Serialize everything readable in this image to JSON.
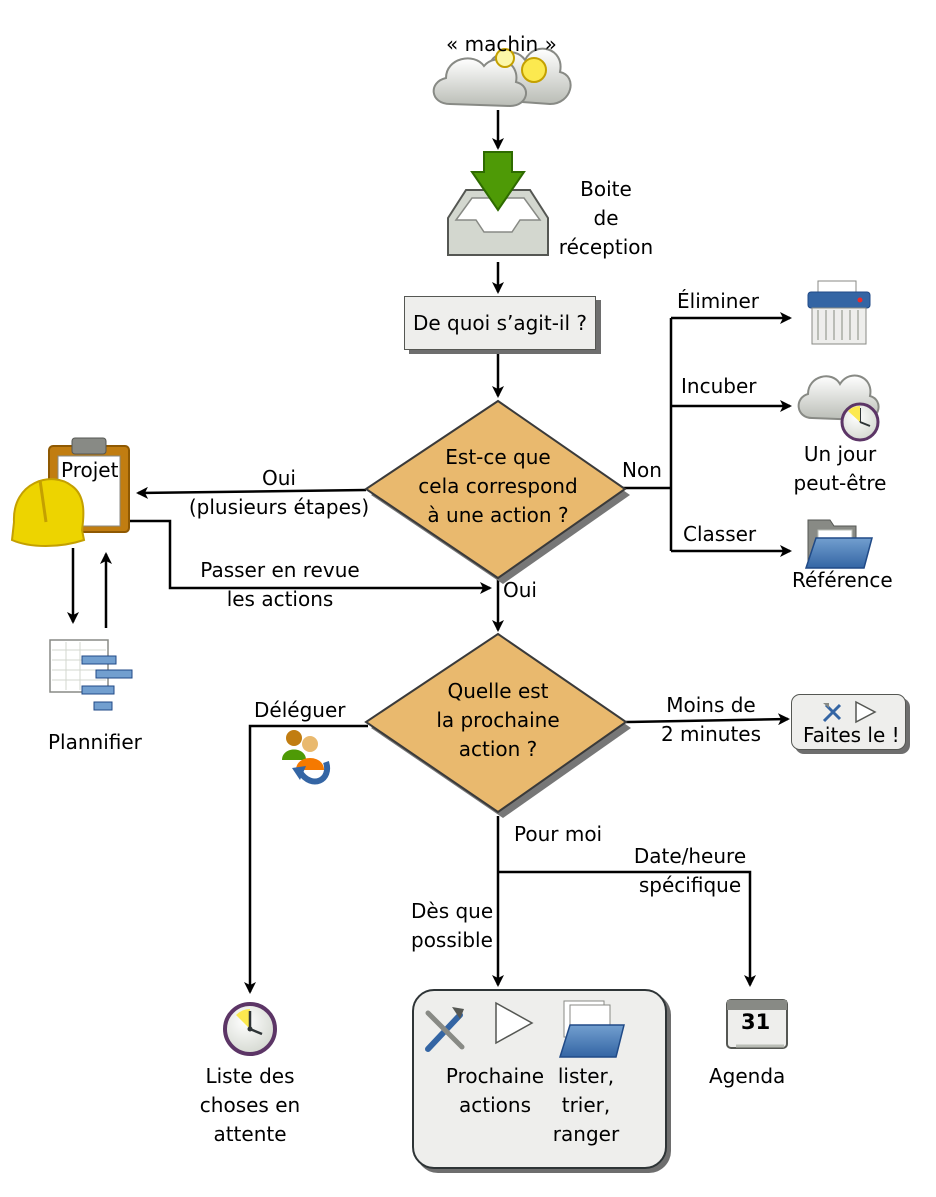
{
  "nodes": {
    "machin": "« machin »",
    "inbox": [
      "Boite",
      "de",
      "réception"
    ],
    "question": "De quoi s’agit-il ?",
    "decision1": [
      "Est-ce que",
      "cela correspond",
      "à une action ?"
    ],
    "decision2": [
      "Quelle est",
      "la prochaine",
      "action ?"
    ],
    "projet": "Projet",
    "plannifier": "Plannifier",
    "someday": [
      "Un jour",
      "peut-être"
    ],
    "reference": "Référence",
    "do_it": "Faites le !",
    "next_actions": [
      "Prochaine",
      "actions"
    ],
    "sort": [
      "lister,",
      "trier,",
      "ranger"
    ],
    "waiting": [
      "Liste des",
      "choses en",
      "attente"
    ],
    "agenda": "Agenda",
    "calendar_day": "31"
  },
  "edges": {
    "oui_multi": [
      "Oui",
      "(plusieurs étapes)"
    ],
    "review": [
      "Passer en revue",
      "les actions"
    ],
    "non": "Non",
    "eliminer": "Éliminer",
    "incuber": "Incuber",
    "classer": "Classer",
    "oui": "Oui",
    "deleguer": "Déléguer",
    "less2": [
      "Moins de",
      "2 minutes"
    ],
    "pour_moi": "Pour moi",
    "specific": [
      "Date/heure",
      "spécifique"
    ],
    "asap": [
      "Dès que",
      "possible"
    ]
  },
  "colors": {
    "decision_fill": "#e9b96e",
    "box_fill": "#eeeeec",
    "line": "#000000",
    "inbox_arrow": "#4e9a06",
    "folder_blue": "#3465a4",
    "helmet_yellow": "#edd400"
  }
}
